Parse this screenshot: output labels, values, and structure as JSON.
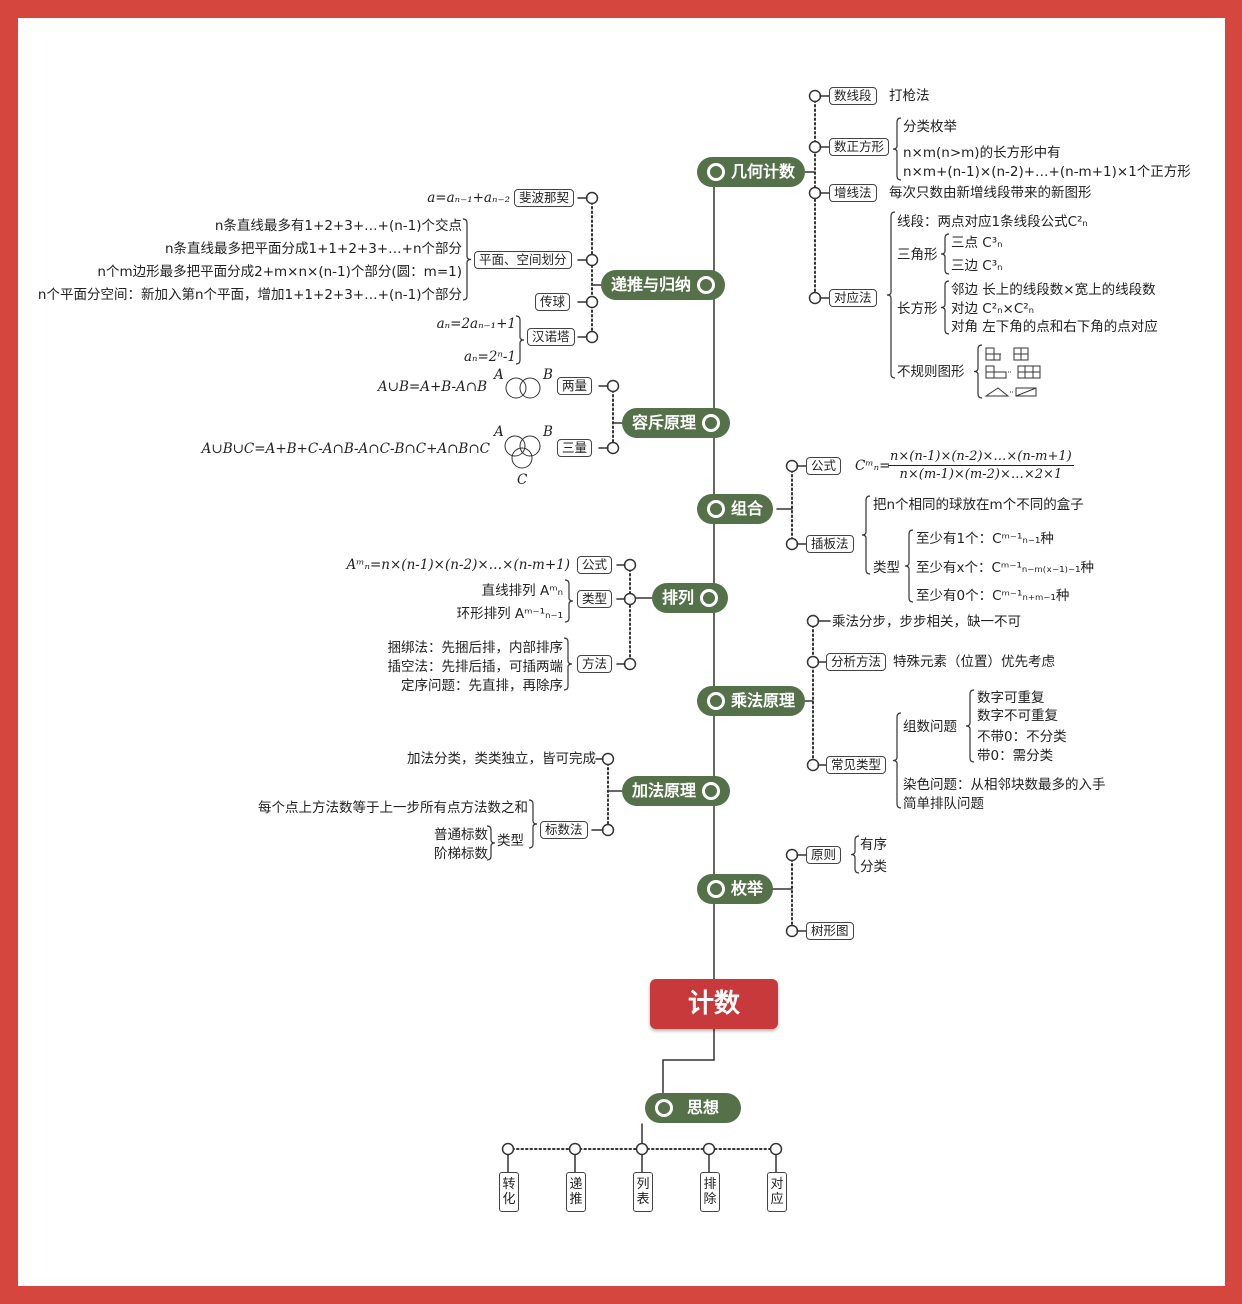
{
  "title": "计数",
  "colors": {
    "border": "#d4463e",
    "node": "#55714a",
    "root": "#c8393b"
  },
  "geometry_counting": {
    "label": "几何计数",
    "count_segments": {
      "tag": "数线段",
      "text": "打枪法"
    },
    "count_squares": {
      "tag": "数正方形",
      "lines": [
        "分类枚举",
        "n×m(n>m)的长方形中有",
        "n×m+(n-1)×(n-2)+…+(n-m+1)×1个正方形"
      ]
    },
    "add_line": {
      "tag": "增线法",
      "text": "每次只数由新增线段带来的新图形"
    },
    "correspondence": {
      "tag": "对应法",
      "segment": "线段：两点对应1条线段公式C²ₙ",
      "triangle": "三角形",
      "triangle_items": [
        "三点 C³ₙ",
        "三边 C³ₙ"
      ],
      "rectangle": "长方形",
      "rectangle_items": [
        "邻边 长上的线段数×宽上的线段数",
        "对边 C²ₙ×C²ₙ",
        "对角 左下角的点和右下角的点对应"
      ],
      "irregular": "不规则图形"
    }
  },
  "induction": {
    "label": "递推与归纳",
    "fibonacci": {
      "tag": "斐波那契",
      "formula": "a=aₙ₋₁+aₙ₋₂"
    },
    "division": {
      "tag": "平面、空间划分",
      "lines": [
        "n条直线最多有1+2+3+…+(n-1)个交点",
        "n条直线最多把平面分成1+1+2+3+…+n个部分",
        "n个m边形最多把平面分成2+m×n×(n-1)个部分(圆：m=1)",
        "n个平面分空间：新加入第n个平面，增加1+1+2+3+…+(n-1)个部分"
      ]
    },
    "pass_ball": {
      "tag": "传球"
    },
    "hanoi": {
      "tag": "汉诺塔",
      "lines": [
        "aₙ=2aₙ₋₁+1",
        "aₙ=2ⁿ-1"
      ]
    }
  },
  "inclusion_exclusion": {
    "label": "容斥原理",
    "two": {
      "tag": "两量",
      "formula": "A∪B=A+B-A∩B"
    },
    "three": {
      "tag": "三量",
      "formula": "A∪B∪C=A+B+C-A∩B-A∩C-B∩C+A∩B∩C"
    },
    "venn_labels": [
      "A",
      "B",
      "C"
    ]
  },
  "combination": {
    "label": "组合",
    "formula": {
      "tag": "公式",
      "lhs": "Cᵐₙ=",
      "numerator": "n×(n-1)×(n-2)×…×(n-m+1)",
      "denominator": "n×(m-1)×(m-2)×…×2×1"
    },
    "stars_bars": {
      "tag": "插板法",
      "intro": "把n个相同的球放在m个不同的盒子",
      "type": "类型",
      "items": [
        "至少有1个：Cᵐ⁻¹ₙ₋₁种",
        "至少有x个：Cᵐ⁻¹ₙ₋ₘ₍ₓ₋₁₎₋₁种",
        "至少有0个：Cᵐ⁻¹ₙ₊ₘ₋₁种"
      ]
    }
  },
  "permutation": {
    "label": "排列",
    "formula": {
      "tag": "公式",
      "text": "Aᵐₙ=n×(n-1)×(n-2)×…×(n-m+1)"
    },
    "types": {
      "tag": "类型",
      "lines": [
        "直线排列 Aᵐₙ",
        "环形排列 Aᵐ⁻¹ₙ₋₁"
      ]
    },
    "methods": {
      "tag": "方法",
      "lines": [
        "捆绑法：先捆后排，内部排序",
        "插空法：先排后插，可插两端",
        "定序问题：先直排，再除序"
      ]
    }
  },
  "multiplication": {
    "label": "乘法原理",
    "rule": "乘法分步，步步相关，缺一不可",
    "analysis": {
      "tag": "分析方法",
      "text": "特殊元素（位置）优先考虑"
    },
    "common": {
      "tag": "常见类型",
      "digits": "组数问题",
      "digit_items": [
        "数字可重复",
        "数字不可重复",
        "不带0：不分类",
        "带0：需分类"
      ],
      "coloring": "染色问题：从相邻块数最多的入手",
      "queue": "简单排队问题"
    }
  },
  "addition": {
    "label": "加法原理",
    "rule": "加法分类，类类独立，皆可完成",
    "labeling": {
      "tag": "标数法",
      "line": "每个点上方法数等于上一步所有点方法数之和",
      "type": "类型",
      "type_items": [
        "普通标数",
        "阶梯标数"
      ]
    }
  },
  "enumeration": {
    "label": "枚举",
    "principle": {
      "tag": "原则",
      "items": [
        "有序",
        "分类"
      ]
    },
    "tree": {
      "tag": "树形图"
    }
  },
  "thinking": {
    "label": "思想",
    "items": [
      "转化",
      "递推",
      "列表",
      "排除",
      "对应"
    ]
  }
}
